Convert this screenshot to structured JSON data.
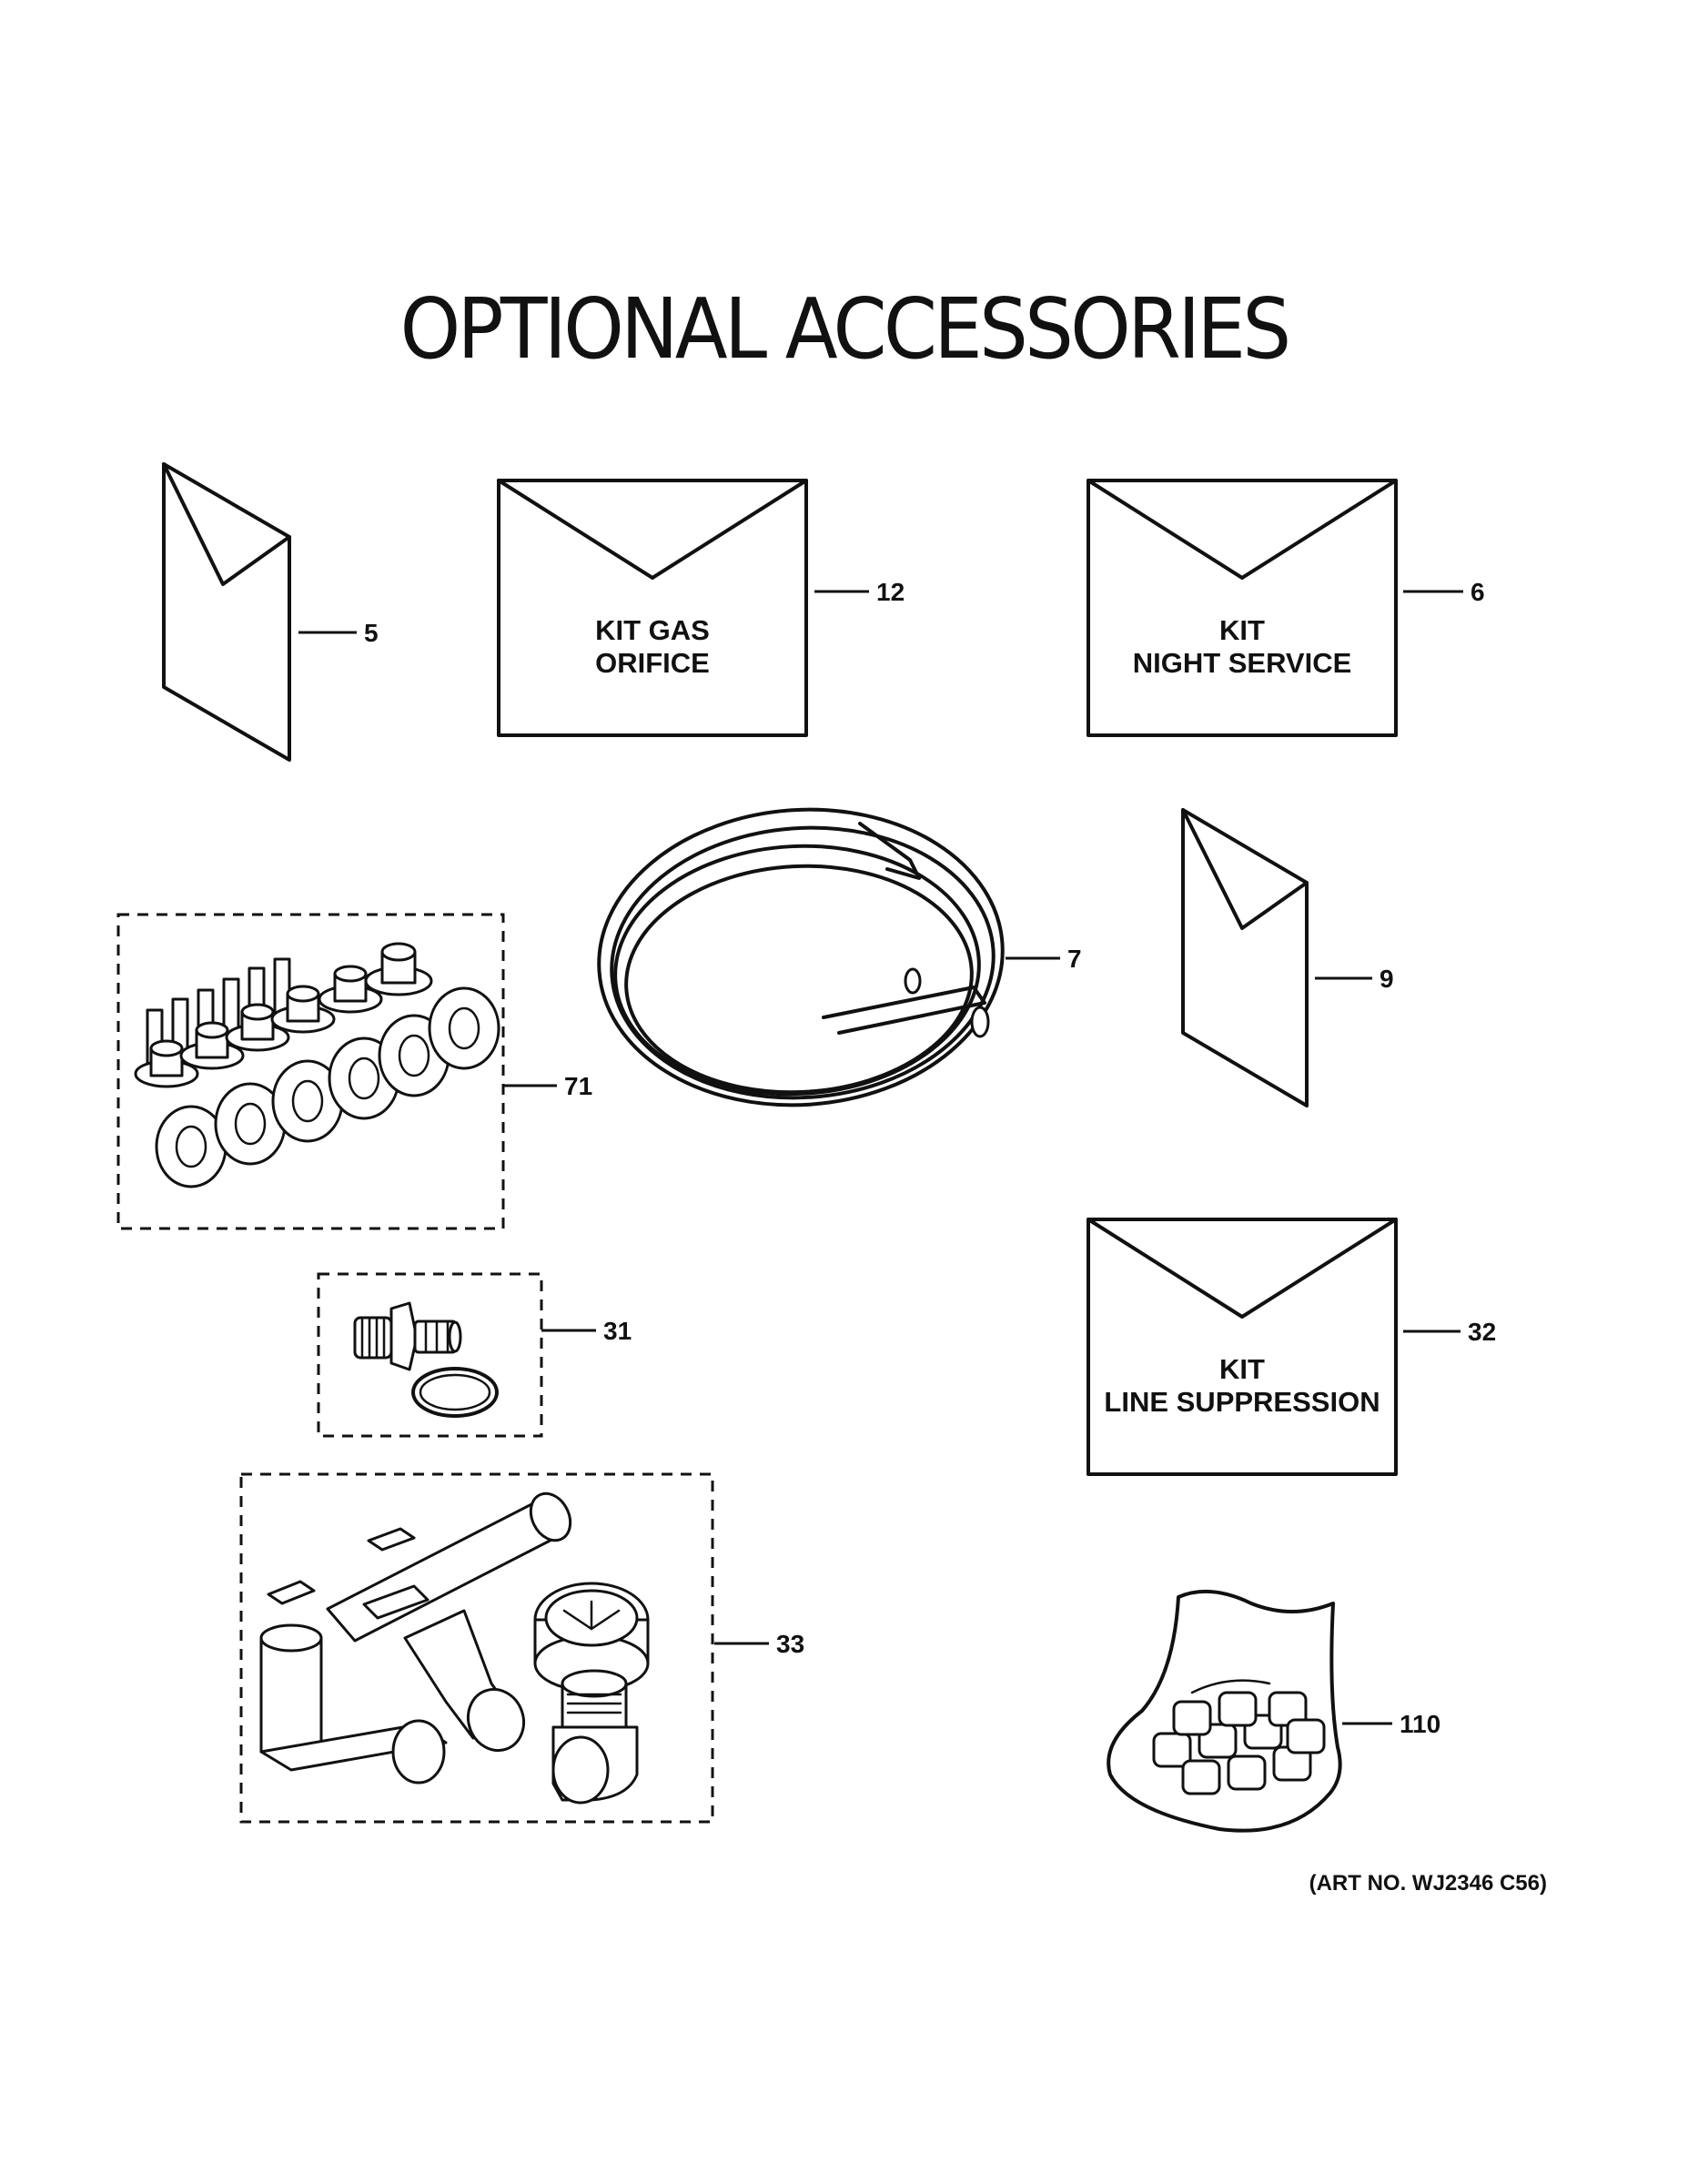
{
  "title": "OPTIONAL ACCESSORIES",
  "parts": {
    "p5": "5",
    "p12": "12",
    "p6": "6",
    "p7": "7",
    "p9": "9",
    "p71": "71",
    "p31": "31",
    "p32": "32",
    "p33": "33",
    "p110": "110"
  },
  "kits": {
    "gas_orifice": [
      "KIT GAS",
      "ORIFICE"
    ],
    "night_service": [
      "KIT",
      "NIGHT SERVICE"
    ],
    "line_suppression": [
      "KIT",
      "LINE SUPPRESSION"
    ]
  },
  "art_number": "(ART NO. WJ2346 C56)",
  "icons": [
    "folded-manual-icon",
    "envelope-icon",
    "tubing-coil-icon",
    "orifice-set-icon",
    "fitting-icon",
    "manifold-icon",
    "screw-bag-icon"
  ]
}
